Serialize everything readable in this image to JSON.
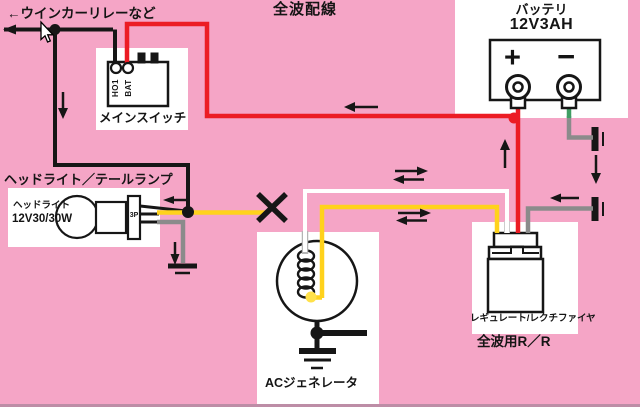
{
  "title": "全波配線",
  "notes": {
    "winker_relay": "←ウインカーリレーなど",
    "headlight_tail": "ヘッドライト／テールランプ",
    "fullwave_rr": "全波用R／R"
  },
  "components": {
    "battery": {
      "label": "バッテリ",
      "spec": "12V3AH",
      "plus": "+",
      "minus": "−"
    },
    "main_switch": {
      "label": "メインスイッチ",
      "terminal_1": "HO1",
      "terminal_2": "BAT"
    },
    "headlight": {
      "label": "ヘッドライト",
      "spec": "12V30/30W",
      "connector": "3P"
    },
    "ac_generator": {
      "label": "ACジェネレータ"
    },
    "regulator": {
      "label": "レギュレート/レクチファイヤ"
    }
  },
  "colors": {
    "background": "#f5a5c6",
    "panel": "#ffffff",
    "wire_black": "#161616",
    "wire_red": "#ec1c24",
    "wire_yellow": "#ffd21c",
    "wire_white": "#ffffff",
    "wire_gray": "#8b8b8b",
    "wire_green": "#3f9e63"
  }
}
